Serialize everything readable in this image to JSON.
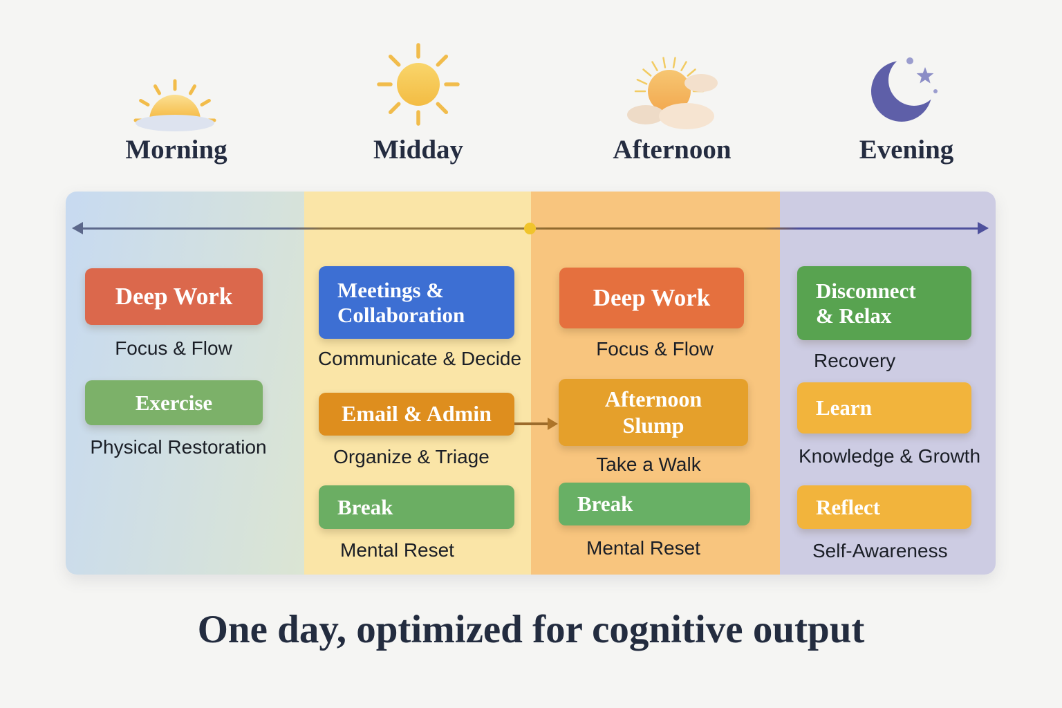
{
  "page": {
    "background": "#F5F5F3",
    "caption": "One day, optimized for cognitive output",
    "text_color": "#232C3F"
  },
  "timeline": {
    "left_arrow_color": "#5C688B",
    "right_arrow_color": "#4E509C",
    "mid_color": "#8F7440",
    "dot_color": "#F0C42C"
  },
  "connector": {
    "from": "Email & Admin",
    "to": "Afternoon Slump",
    "color": "#9C6B2B"
  },
  "periods": [
    {
      "label": "Morning",
      "icon": "sunrise-icon",
      "column_color_start": "#C7DAF1",
      "column_color_end": "#DBE5D3",
      "blocks": [
        {
          "title": "Deep Work",
          "subtitle": "Focus & Flow",
          "color": "#DB684C"
        },
        {
          "title": "Exercise",
          "subtitle": "Physical Restoration",
          "color": "#7CB169"
        }
      ]
    },
    {
      "label": "Midday",
      "icon": "sun-icon",
      "column_color": "#FAE5A7",
      "blocks": [
        {
          "title": "Meetings &\nCollaboration",
          "subtitle": "Communicate & Decide",
          "color": "#3D6FD3"
        },
        {
          "title": "Email & Admin",
          "subtitle": "Organize & Triage",
          "color": "#DE8E1E"
        },
        {
          "title": "Break",
          "subtitle": "Mental Reset",
          "color": "#6BAE63"
        }
      ]
    },
    {
      "label": "Afternoon",
      "icon": "sun-clouds-icon",
      "column_color": "#F8C57E",
      "blocks": [
        {
          "title": "Deep Work",
          "subtitle": "Focus & Flow",
          "color": "#E5703E"
        },
        {
          "title": "Afternoon\nSlump",
          "subtitle": "Take a Walk",
          "color": "#E5A02B"
        },
        {
          "title": "Break",
          "subtitle": "Mental Reset",
          "color": "#68B065"
        }
      ]
    },
    {
      "label": "Evening",
      "icon": "moon-icon",
      "column_color": "#CDCCE3",
      "blocks": [
        {
          "title": "Disconnect\n& Relax",
          "subtitle": "Recovery",
          "color": "#58A350"
        },
        {
          "title": "Learn",
          "subtitle": "Knowledge & Growth",
          "color": "#F2B43C"
        },
        {
          "title": "Reflect",
          "subtitle": "Self-Awareness",
          "color": "#F2B43C"
        }
      ]
    }
  ]
}
